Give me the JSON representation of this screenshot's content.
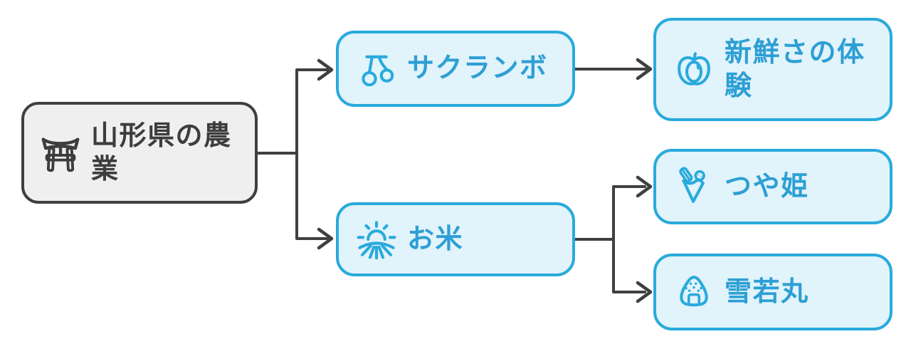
{
  "diagram": {
    "type": "mindmap-flowchart",
    "nodes": {
      "root": {
        "label": "山形県の農\n業",
        "icon": "torii-gate-icon"
      },
      "cherry": {
        "label": "サクランボ",
        "icon": "cherry-icon"
      },
      "fresh": {
        "label": "新鮮さの体\n験",
        "icon": "plum-fruit-icon"
      },
      "rice": {
        "label": "お米",
        "icon": "sunrise-field-icon"
      },
      "tsuyahime": {
        "label": "つや姫",
        "icon": "crepe-icon"
      },
      "yukiwakamaru": {
        "label": "雪若丸",
        "icon": "onigiri-icon"
      }
    },
    "edges": [
      {
        "from": "root",
        "to": "cherry"
      },
      {
        "from": "root",
        "to": "rice"
      },
      {
        "from": "cherry",
        "to": "fresh"
      },
      {
        "from": "rice",
        "to": "tsuyahime"
      },
      {
        "from": "rice",
        "to": "yukiwakamaru"
      }
    ]
  },
  "colors": {
    "background": "#ffffff",
    "root_fill": "#efefef",
    "root_border": "#3f3f3f",
    "root_text": "#3d3d3d",
    "branch_fill": "#e1f3fb",
    "branch_border": "#29aadc",
    "branch_text": "#2d9fd4",
    "connector": "#404040"
  }
}
